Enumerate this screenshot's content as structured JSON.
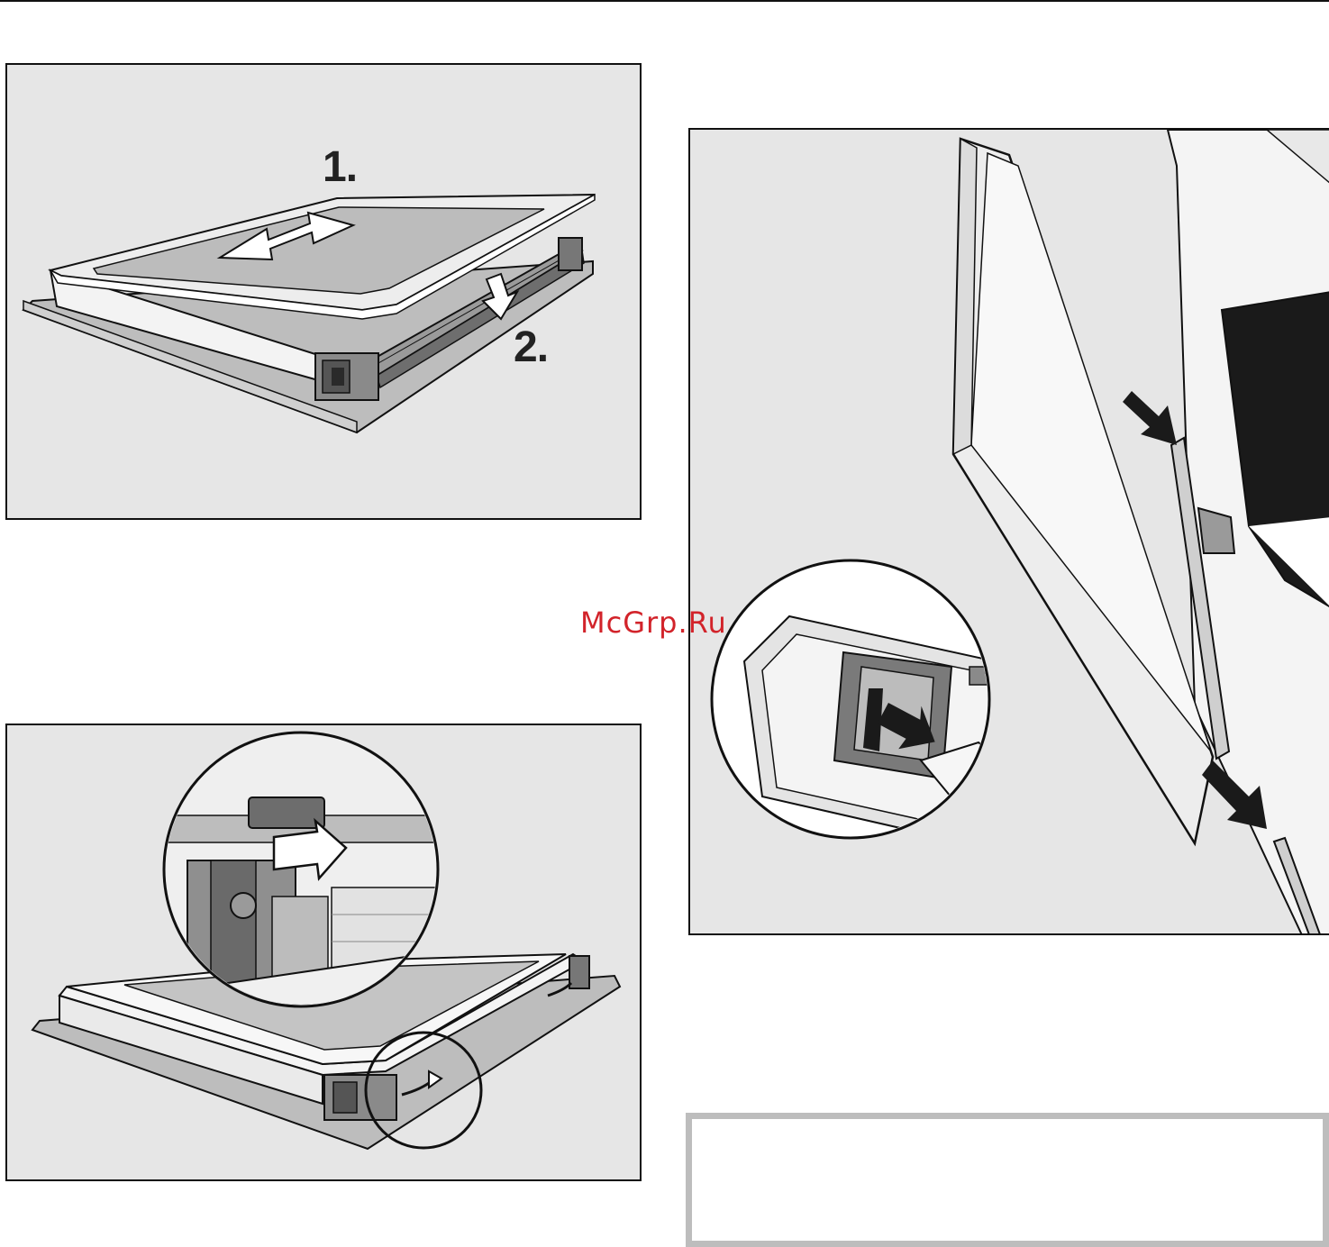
{
  "figures": {
    "fig1": {
      "step1_label": "1.",
      "step2_label": "2."
    }
  },
  "watermark": "McGrp.Ru",
  "colors": {
    "panel_bg": "#e6e6e6",
    "frame": "#111111",
    "glass": "#cfcfcf",
    "watermark": "#d2232a",
    "note_border": "#bdbdbd"
  }
}
